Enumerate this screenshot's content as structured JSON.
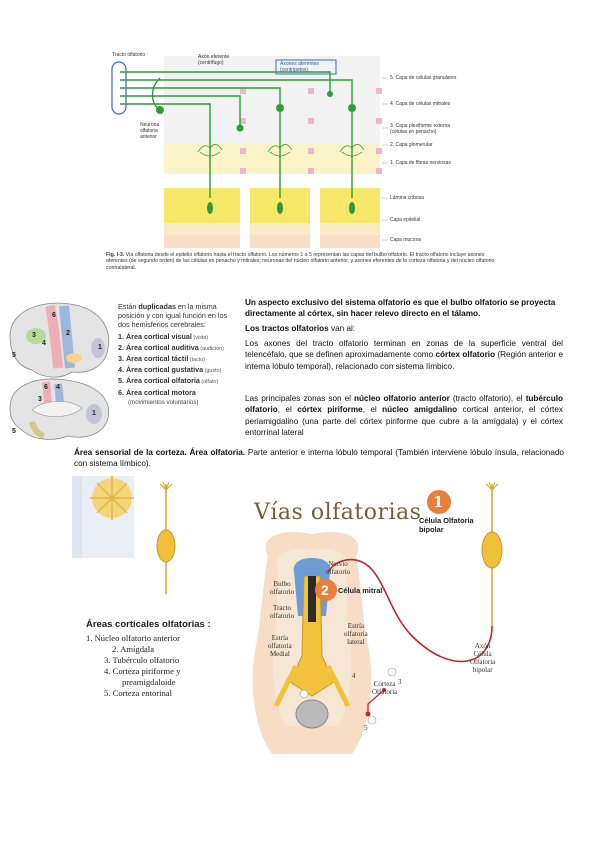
{
  "figure1": {
    "labels": {
      "tract": "Tracto olfatorio",
      "efferent": "Axón eferente\n(centrífugo)",
      "afferent": "Axones aferentes\n(centrípetos)",
      "neuron": "Neurona\nolfatoria\nanterior",
      "layer5": "5. Capa de células granulares",
      "layer4": "4. Capa de células mitrales",
      "layer3": "3. Capa plexiforme externa\n(células en penacho)",
      "layer2": "2. Capa glomerular",
      "layer1": "1. Capa de fibras nerviosas",
      "cribosa": "Lámina cribosa",
      "epitelial": "Capa epitelial",
      "mucosa": "Capa mucosa"
    },
    "caption_bold": "Fig. I-3.",
    "caption": " Vía olfatoria desde el epitelio olfatorio hasta el tracto olfatorio. Los números 1 a 5 representan las capas del bulbo olfatorio. El tracto olfatorio incluye axones aferentes (de segundo orden) de las células en penacho y mitrales; neuronas del núcleo olfatorio anterior, y axones eferentes de la corteza olfatoria y del núcleo olfatorio contralateral."
  },
  "figure2": {
    "intro_pre": "Están ",
    "intro_bold": "duplicadas",
    "intro_post": " en la misma posición y con igual función en los dos hemisferios cerebrales:",
    "items": [
      {
        "label": "1. Área cortical visual",
        "note": " (vista)"
      },
      {
        "label": "2. Área cortical auditiva",
        "note": " (audición)"
      },
      {
        "label": "3. Área cortical táctil",
        "note": " (tacto)"
      },
      {
        "label": "4. Área cortical gustativa",
        "note": " (gusto)"
      },
      {
        "label": "5. Área cortical olfatoria",
        "note": " (olfato)"
      },
      {
        "label": "6. Área cortical motora",
        "note": ""
      }
    ],
    "motor_note": "(movimientos voluntarios)",
    "numbers": [
      "6",
      "2",
      "4",
      "3",
      "1",
      "5",
      "6",
      "4",
      "3",
      "1",
      "5"
    ]
  },
  "text": {
    "p1": "Un aspecto exclusivo del sistema olfatorio es que el bulbo olfatorio se proyecta directamente al córtex, sin hacer relevo directo en el tálamo.",
    "p2_bold": "Los tractos olfatorios",
    "p2_rest": " van al:",
    "p3_a": "Los axones del tracto olfatorio terminan en zonas de la superficie ventral del telencéfalo, que se definen aproximadamente como ",
    "p3_b": "córtex olfatorio",
    "p3_c": " (Región anterior e interna lóbulo temporal), relacionado con sistema límbico.",
    "p4_a": "Las principales zonas son el ",
    "p4_b": "núcleo olfatorio anterior",
    "p4_c": " (tracto olfatorio), el ",
    "p4_d": "tubérculo olfatorio",
    "p4_e": ", el ",
    "p4_f": "córtex piriforme",
    "p4_g": ", el ",
    "p4_h": "núcleo amigdalino",
    "p4_i": " cortical anterior, el córtex periamigdalino (una parte del córtex piriforme que cubre a la amígdala) y el córtex entorrinal lateral",
    "p5_a": "Área sensorial de la corteza. Área olfatoria.",
    "p5_b": " Parte anterior e interna lóbulo temporal (También interviene lóbulo ínsula, relacionado con sistema límbico)."
  },
  "figure3": {
    "title": "Vías olfatorias",
    "badge1": "1",
    "badge2": "2",
    "cell_bipolar": "Célula Olfatoria\nbipolar",
    "cell_mitral": "Célula mitral",
    "nerve": "Nervio\nolfatorio",
    "bulb": "Bulbo\nolfatorio",
    "tract": "Tracto\nolfatorio",
    "medial": "Estría\nolfatoria\nMedial",
    "lateral": "Estría\nolfatoria\nlateral",
    "cortex": "Corteza\nOlfatoria",
    "axon": "Axón\nCélula\nOlfatoria\nbipolar",
    "n3": "3",
    "n4": "4",
    "n5": "5",
    "areas_title": "Áreas corticales olfatorias :",
    "areas": [
      "1.  Núcleo olfatorio anterior",
      "2.  Amígdala",
      "3.  Tubérculo olfatorio",
      "4.  Corteza piriforme y",
      "preamigdaloide",
      "5.  Corteza entorinal"
    ]
  }
}
